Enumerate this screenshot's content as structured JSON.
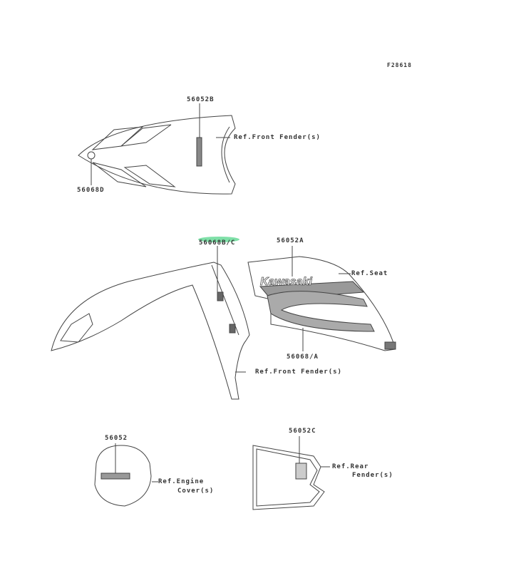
{
  "figure_id": "F28618",
  "highlight_color": "#7fe0a8",
  "parts": {
    "front_top_decal": "56052B",
    "front_top_stripe": "56068D",
    "shroud_stripe": "56068B/C",
    "shroud_decal": "56052A",
    "shroud_lower_stripe": "56068/A",
    "engine_cover_decal": "56052",
    "rear_fender_decal": "56052C"
  },
  "refs": {
    "front_fender_1": "Ref.Front Fender(s)",
    "front_fender_2": "Ref.Front Fender(s)",
    "seat": "Ref.Seat",
    "engine_cover_line1": "Ref.Engine",
    "engine_cover_line2": "Cover(s)",
    "rear_fender_line1": "Ref.Rear",
    "rear_fender_line2": "Fender(s)"
  },
  "logo_text": "Kawasaki"
}
